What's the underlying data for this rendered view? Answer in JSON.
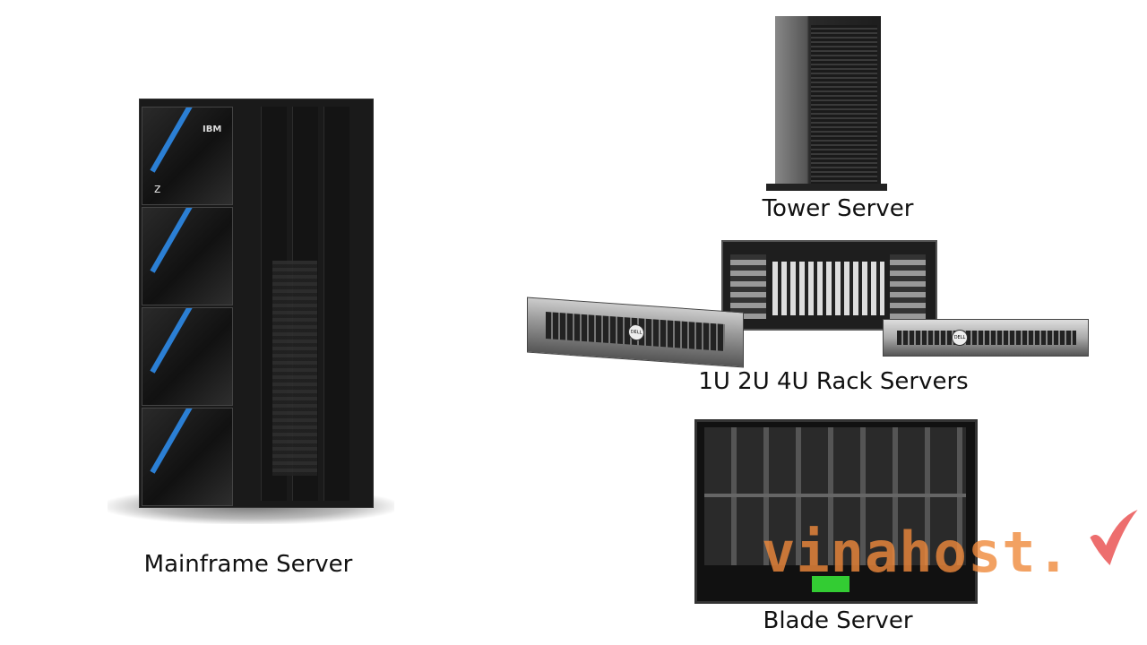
{
  "labels": {
    "mainframe": "Mainframe Server",
    "tower": "Tower Server",
    "rack": "1U 2U 4U Rack Servers",
    "blade": "Blade Server"
  },
  "branding": {
    "mainframe_logo": "IBM",
    "mainframe_model": "z",
    "rack_logo": "DELL",
    "watermark": "vinahost."
  },
  "colors": {
    "accent_blue": "#2b7fd4",
    "watermark_orange": "#f08a3c",
    "watermark_red": "#e84a4a"
  }
}
